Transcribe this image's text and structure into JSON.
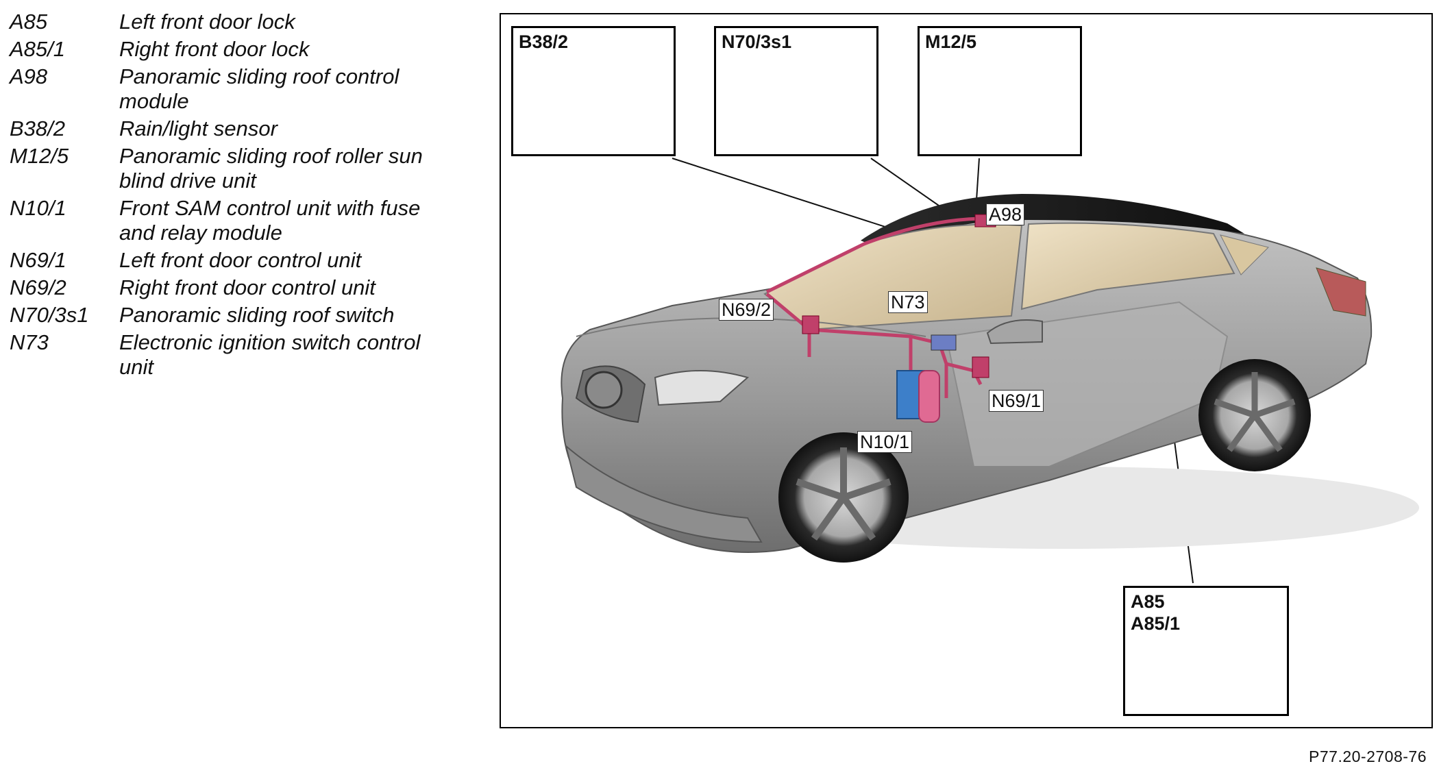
{
  "legend": [
    {
      "code": "A85",
      "desc": "Left front door lock"
    },
    {
      "code": "A85/1",
      "desc": "Right front door lock"
    },
    {
      "code": "A98",
      "desc": "Panoramic sliding roof control module"
    },
    {
      "code": "B38/2",
      "desc": "Rain/light sensor"
    },
    {
      "code": "M12/5",
      "desc": "Panoramic sliding roof roller sun blind drive unit"
    },
    {
      "code": "N10/1",
      "desc": "Front SAM control unit with fuse and relay module"
    },
    {
      "code": "N69/1",
      "desc": "Left front door control unit"
    },
    {
      "code": "N69/2",
      "desc": "Right front door control unit"
    },
    {
      "code": "N70/3s1",
      "desc": "Panoramic sliding roof switch"
    },
    {
      "code": "N73",
      "desc": "Electronic ignition switch control unit"
    }
  ],
  "insets": {
    "b38_2": "B38/2",
    "n70_3s1": "N70/3s1",
    "m12_5": "M12/5",
    "a85": "A85",
    "a85_1": "A85/1"
  },
  "callouts": {
    "a98": "A98",
    "n69_2": "N69/2",
    "n73": "N73",
    "n69_1": "N69/1",
    "n10_1": "N10/1"
  },
  "figure_id": "P77.20-2708-76",
  "colors": {
    "wiring": "#c0406a",
    "wiring_fill": "#e06a93",
    "sam_blue": "#3d7fc9",
    "car_body": "#9a9a9a"
  }
}
